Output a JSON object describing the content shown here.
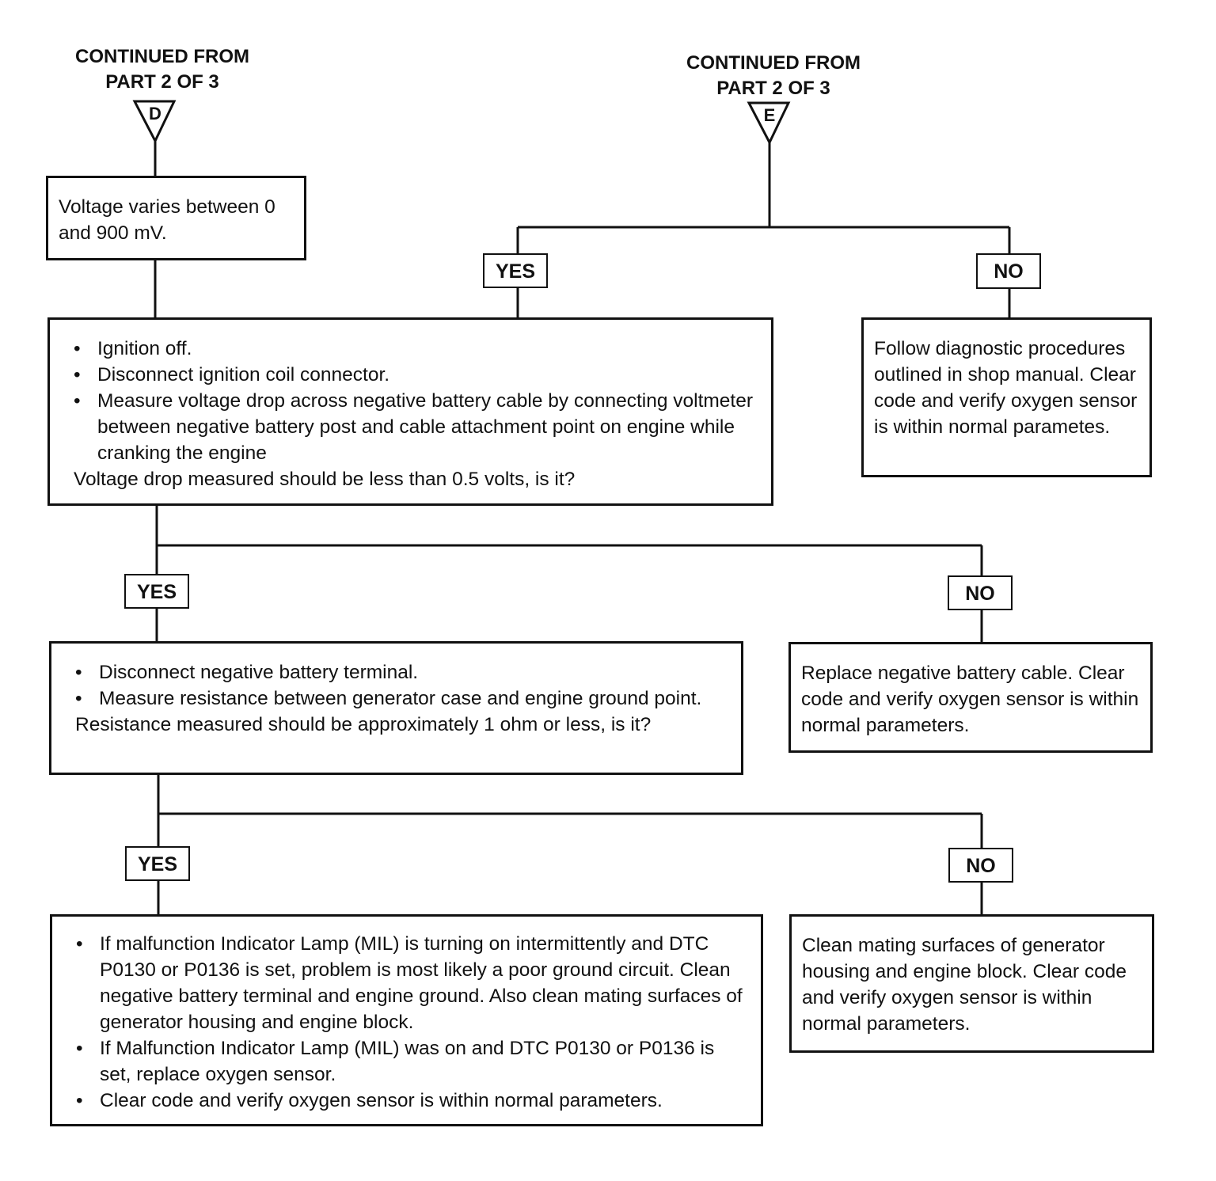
{
  "connectors": [
    {
      "line1": "CONTINUED FROM",
      "line2": "PART 2 OF 3",
      "letter": "D"
    },
    {
      "line1": "CONTINUED FROM",
      "line2": "PART 2 OF 3",
      "letter": "E"
    }
  ],
  "tags": {
    "yes": "YES",
    "no": "NO"
  },
  "box_voltage": {
    "text": "Voltage varies between 0 and 900 mV."
  },
  "box_ignition": {
    "bullets": [
      "Ignition off.",
      "Disconnect ignition coil connector.",
      "Measure voltage drop across negative battery cable by connecting voltmeter between negative battery post and cable attachment point on engine while cranking the engine"
    ],
    "question": "Voltage drop measured should be less than 0.5 volts, is it?"
  },
  "box_follow": {
    "text": "Follow diagnostic procedures outlined in shop manual. Clear code and verify oxygen sensor is within normal parametes."
  },
  "box_disconnect": {
    "bullets": [
      "Disconnect negative battery terminal.",
      "Measure resistance between generator case and engine ground point."
    ],
    "question": "Resistance measured should be approximately 1 ohm or less, is it?"
  },
  "box_replace": {
    "text": "Replace negative battery cable. Clear code and verify oxygen sensor is within normal parameters."
  },
  "box_final": {
    "bullets": [
      "If malfunction Indicator Lamp (MIL) is turning on intermittently and DTC P0130 or P0136 is set, problem is most likely a poor ground circuit. Clean negative battery terminal and engine ground. Also clean mating surfaces of generator housing and engine block.",
      "If Malfunction Indicator Lamp (MIL) was on and DTC P0130 or P0136 is set, replace oxygen sensor.",
      "Clear code and verify oxygen sensor is within normal parameters."
    ]
  },
  "box_clean": {
    "text": "Clean mating surfaces of generator housing and engine block. Clear code and verify oxygen sensor is within normal parameters."
  }
}
